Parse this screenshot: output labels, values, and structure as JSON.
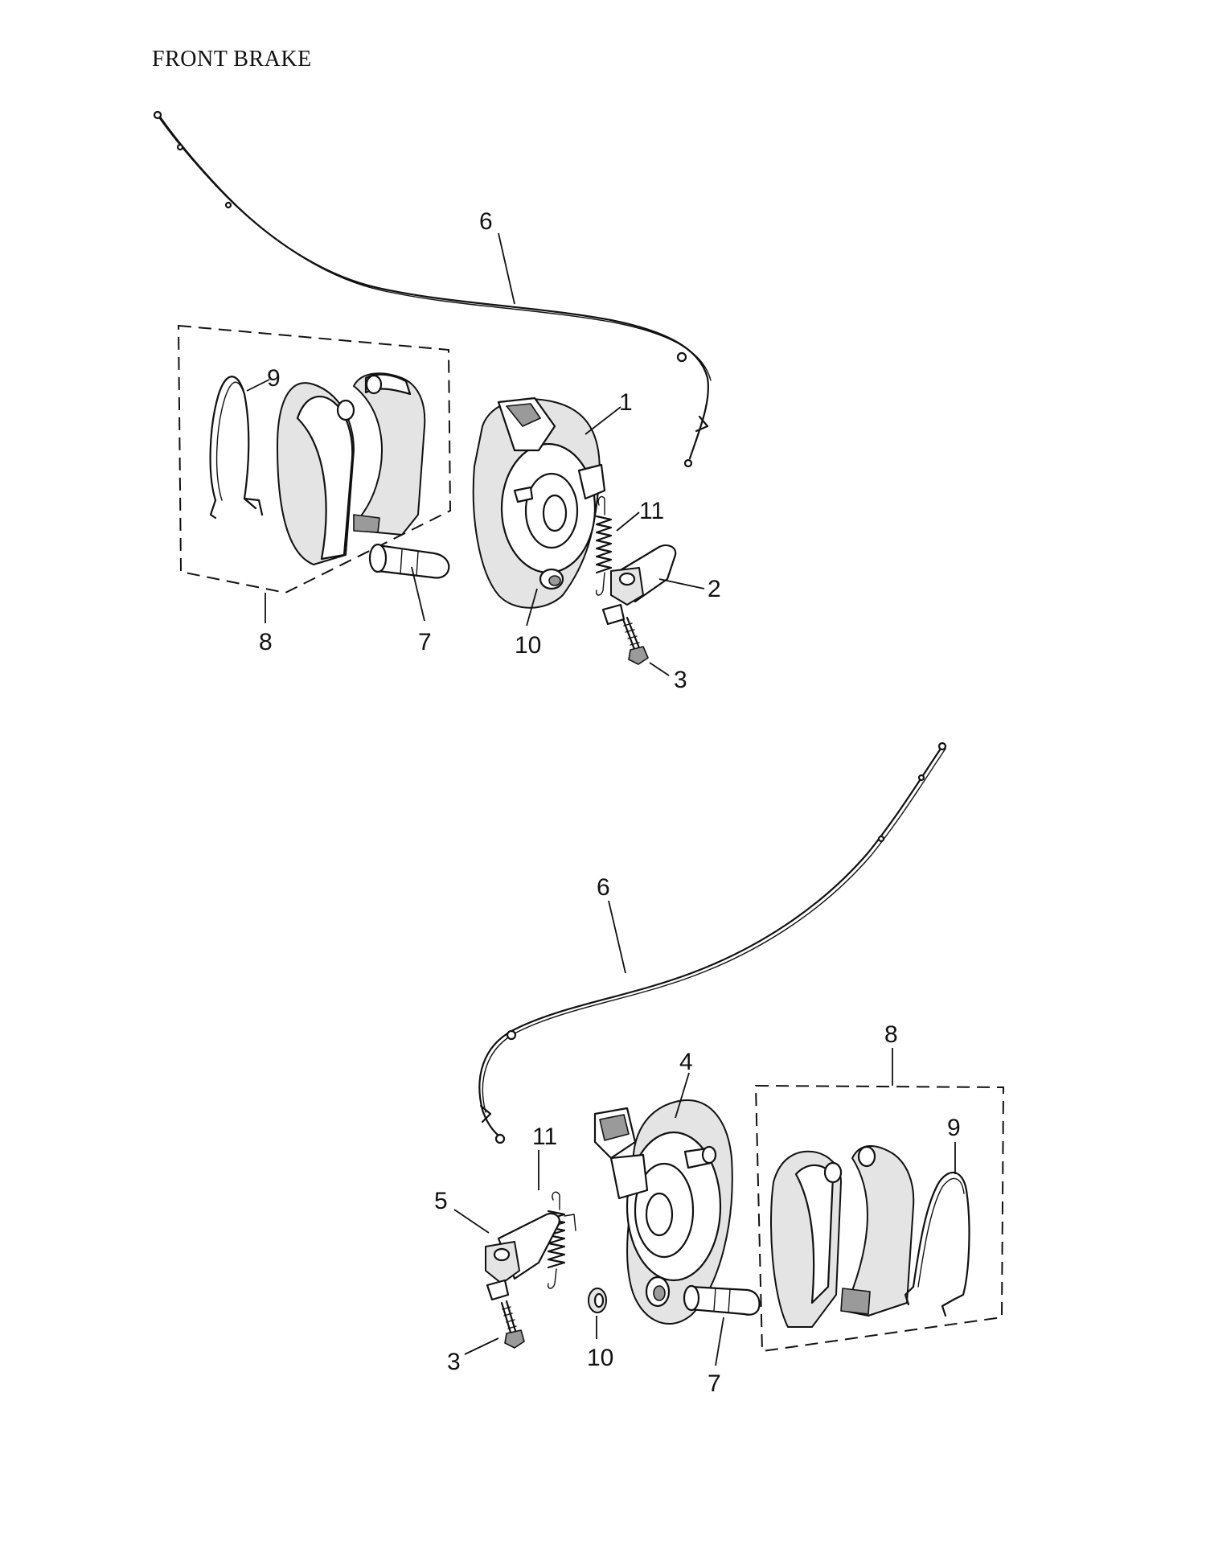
{
  "title": "FRONT BRAKE",
  "top_assembly": {
    "callouts": {
      "cable": "6",
      "brake_panel": "1",
      "shoe_set": "8",
      "shoe_spring": "9",
      "cam": "7",
      "seal": "10",
      "return_spring": "11",
      "brake_arm": "2",
      "bolt": "3"
    }
  },
  "bottom_assembly": {
    "callouts": {
      "cable": "6",
      "brake_panel": "4",
      "shoe_set": "8",
      "shoe_spring": "9",
      "cam": "7",
      "seal": "10",
      "return_spring": "11",
      "brake_arm": "5",
      "bolt": "3"
    }
  }
}
